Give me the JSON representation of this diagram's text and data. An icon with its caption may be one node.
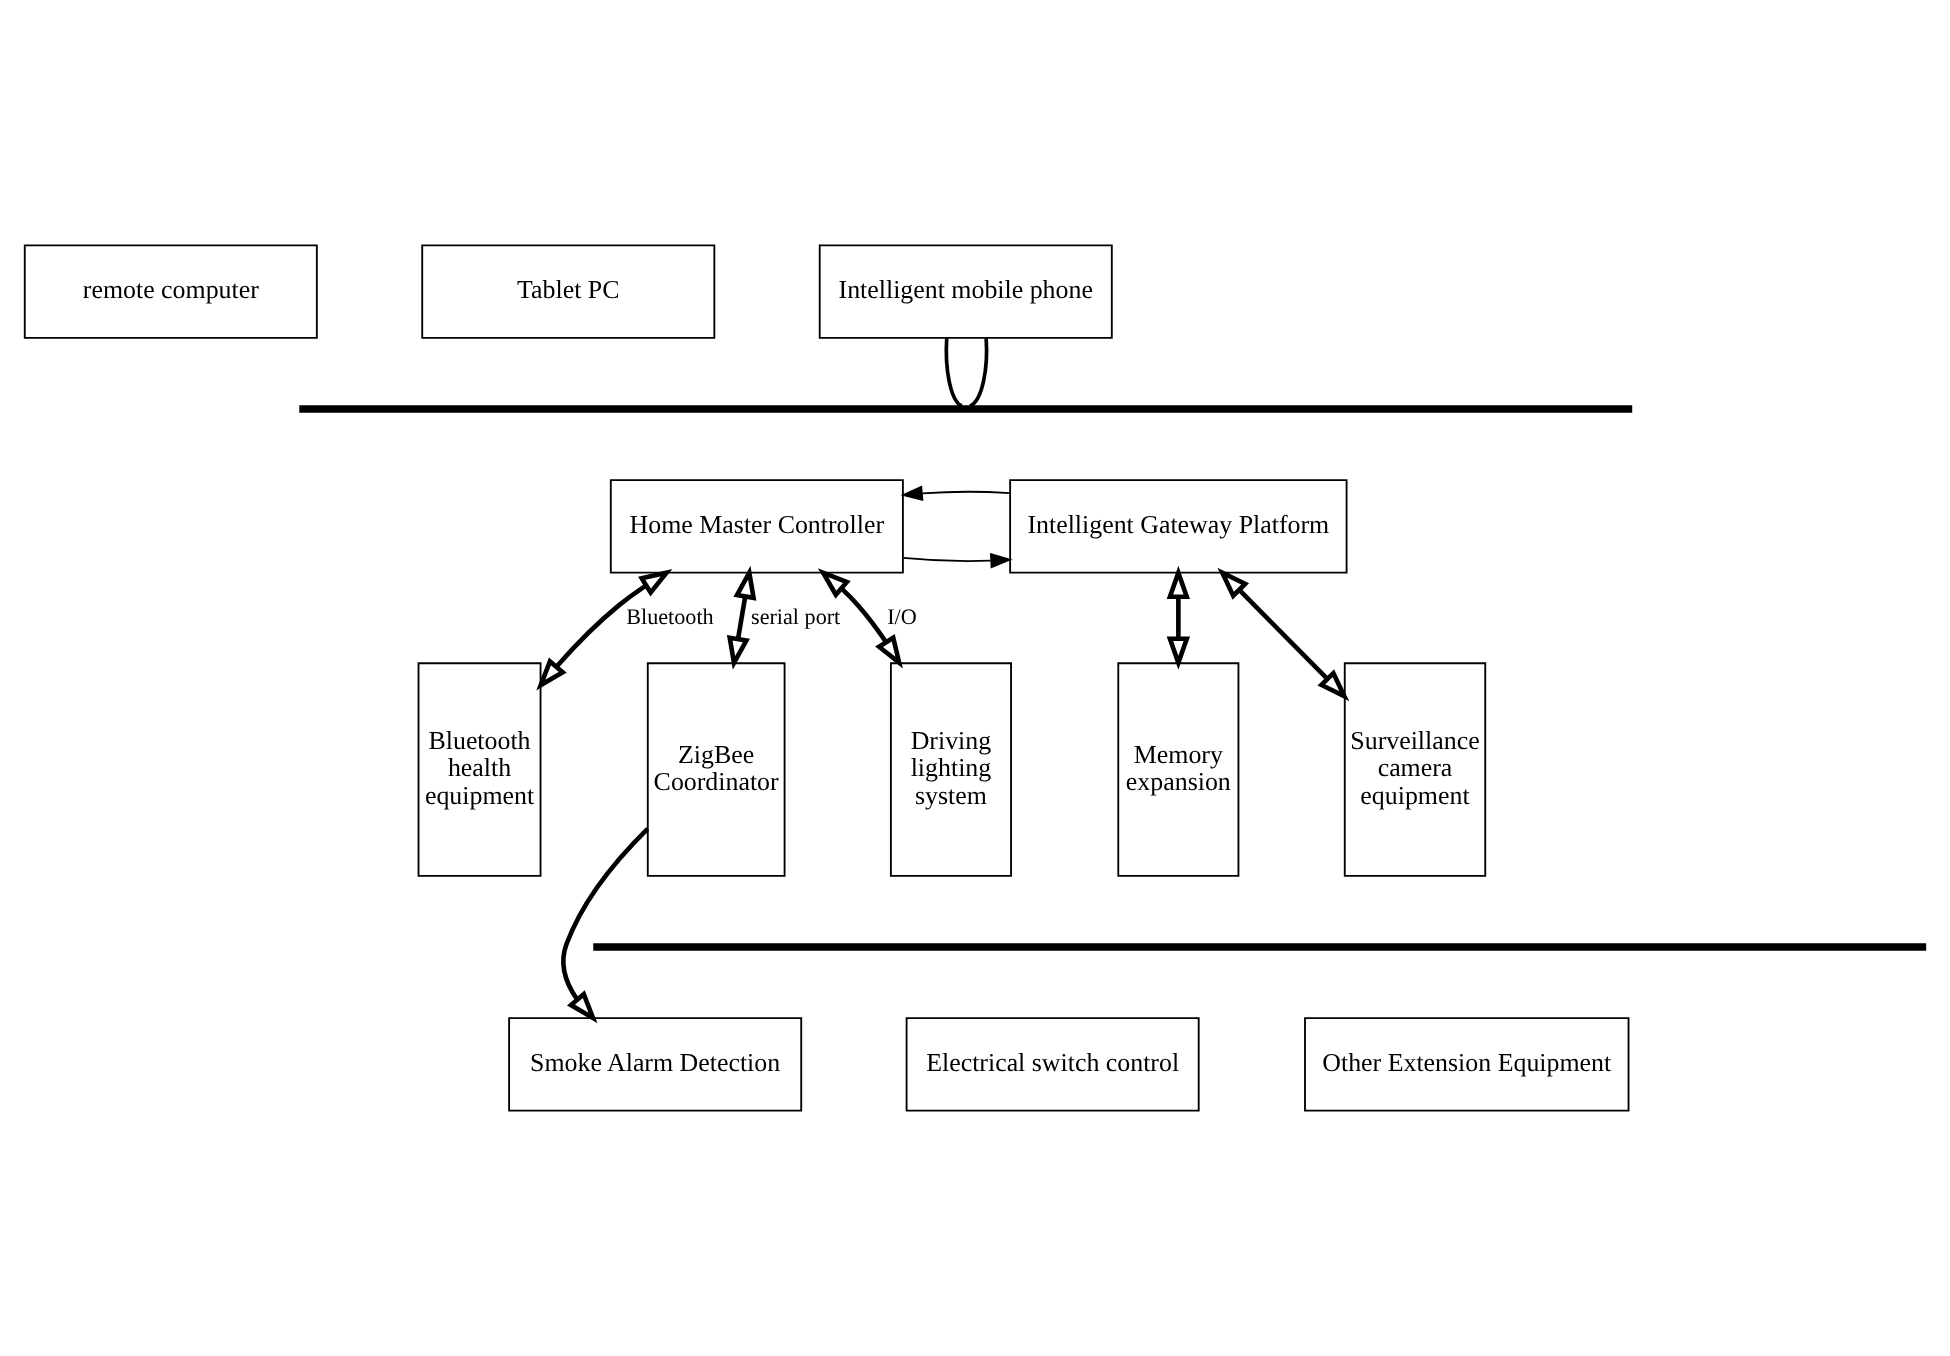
{
  "diagram": {
    "nodes": [
      {
        "text": [
          "remote computer"
        ]
      },
      {
        "text": [
          "Tablet PC"
        ]
      },
      {
        "text": [
          "Intelligent mobile phone"
        ]
      },
      {
        "text": [],
        "shape": "bar"
      },
      {
        "text": [
          "Home Master Controller"
        ]
      },
      {
        "text": [
          "Intelligent Gateway Platform"
        ]
      },
      {
        "text": [
          "Bluetooth health equipment"
        ]
      },
      {
        "text": [
          "ZigBee Coordinator"
        ]
      },
      {
        "text": [
          "Driving lighting system"
        ]
      },
      {
        "text": [
          "Memory expansion"
        ]
      },
      {
        "text": [
          "Surveillance camera equipment"
        ]
      },
      {
        "text": [],
        "shape": "bar"
      },
      {
        "text": [
          "Smoke Alarm Detection"
        ]
      },
      {
        "text": [
          "Electrical switch control"
        ]
      },
      {
        "text": [
          "Other Extension Equipment"
        ]
      }
    ],
    "edges": [
      {
        "from": 2,
        "to": 3,
        "arrow": "none"
      },
      {
        "from": 2,
        "to": 3,
        "arrow": "none"
      },
      {
        "from": 4,
        "to": 5,
        "arrow": "to"
      },
      {
        "from": 5,
        "to": 4,
        "arrow": "to"
      },
      {
        "from": 4,
        "to": 6,
        "arrow": "both",
        "label": "Bluetooth"
      },
      {
        "from": 4,
        "to": 7,
        "arrow": "both",
        "label": "serial port"
      },
      {
        "from": 4,
        "to": 8,
        "arrow": "both",
        "label": "I/O"
      },
      {
        "from": 5,
        "to": 9,
        "arrow": "both"
      },
      {
        "from": 5,
        "to": 10,
        "arrow": "both"
      },
      {
        "from": 7,
        "to": 12,
        "arrow": "to"
      }
    ]
  }
}
